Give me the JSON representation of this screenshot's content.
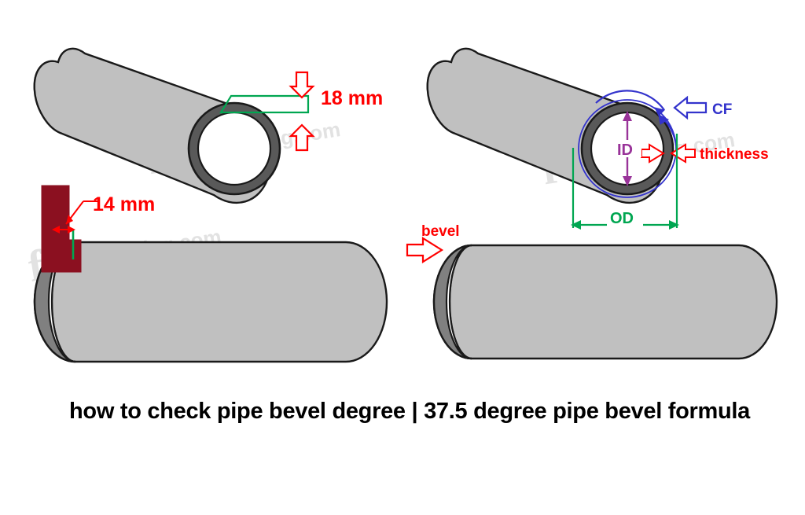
{
  "caption": {
    "text": "how to check pipe bevel degree | 37.5 degree pipe bevel formula"
  },
  "watermark": {
    "text": "fittertraining.com",
    "mark": "f",
    "color": "#e2e2e2"
  },
  "colors": {
    "pipe_body": "#c0c0c0",
    "pipe_bevel": "#808080",
    "pipe_ring": "#595959",
    "outline": "#1a1a1a",
    "red": "#ff0000",
    "dark_red": "#8b1020",
    "green": "#00a651",
    "blue": "#3333cc",
    "purple": "#993399",
    "black": "#000000",
    "background": "#ffffff"
  },
  "figures": [
    {
      "id": "pipe-top-left",
      "name": "tilted pipe with square cut end",
      "annotations": [
        {
          "id": "dim-18mm",
          "label": "18 mm",
          "color": "#ff0000",
          "guide_color": "#00a651",
          "kind": "wall-thickness-callout"
        }
      ]
    },
    {
      "id": "pipe-top-right",
      "name": "tilted pipe end view with dimensions",
      "annotations": [
        {
          "id": "label-cf",
          "label": "CF",
          "color": "#3333cc",
          "kind": "circumference"
        },
        {
          "id": "label-thickness",
          "label": "thickness",
          "color": "#ff0000",
          "kind": "wall-thickness"
        },
        {
          "id": "label-id",
          "label": "ID",
          "color": "#993399",
          "kind": "inside-diameter"
        },
        {
          "id": "label-od",
          "label": "OD",
          "color": "#00a651",
          "kind": "outside-diameter"
        }
      ]
    },
    {
      "id": "pipe-bottom-left",
      "name": "horizontal beveled pipe with gauge block",
      "annotations": [
        {
          "id": "dim-14mm",
          "label": "14 mm",
          "color": "#ff0000",
          "guide_color": "#00a651",
          "kind": "bevel-land-callout"
        }
      ]
    },
    {
      "id": "pipe-bottom-right",
      "name": "horizontal beveled pipe",
      "annotations": [
        {
          "id": "label-bevel",
          "label": "bevel",
          "color": "#ff0000",
          "kind": "bevel-pointer"
        }
      ]
    }
  ]
}
